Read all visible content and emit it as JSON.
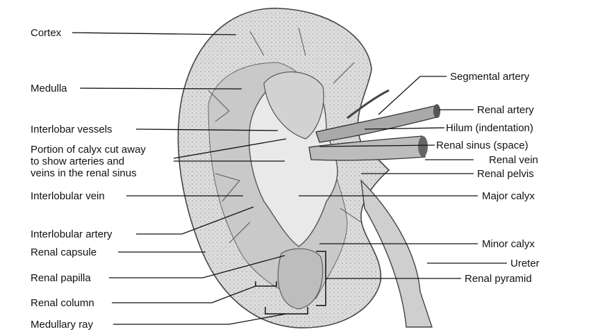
{
  "labels_left": {
    "cortex": "Cortex",
    "medulla": "Medulla",
    "interlobar_vessels": "Interlobar vessels",
    "calyx_line1": "Portion of calyx cut away",
    "calyx_line2": "to show arteries and",
    "calyx_line3": "veins in the renal sinus",
    "interlobular_vein": "Interlobular vein",
    "interlobular_artery": "Interlobular artery",
    "renal_capsule": "Renal capsule",
    "renal_papilla": "Renal papilla",
    "renal_column": "Renal column",
    "medullary_ray": "Medullary ray"
  },
  "labels_right": {
    "segmental_artery": "Segmental artery",
    "renal_artery": "Renal artery",
    "hilum": "Hilum (indentation)",
    "renal_sinus": "Renal sinus (space)",
    "renal_vein": "Renal vein",
    "renal_pelvis": "Renal pelvis",
    "major_calyx": "Major calyx",
    "minor_calyx": "Minor calyx",
    "ureter": "Ureter",
    "renal_pyramid": "Renal pyramid"
  }
}
